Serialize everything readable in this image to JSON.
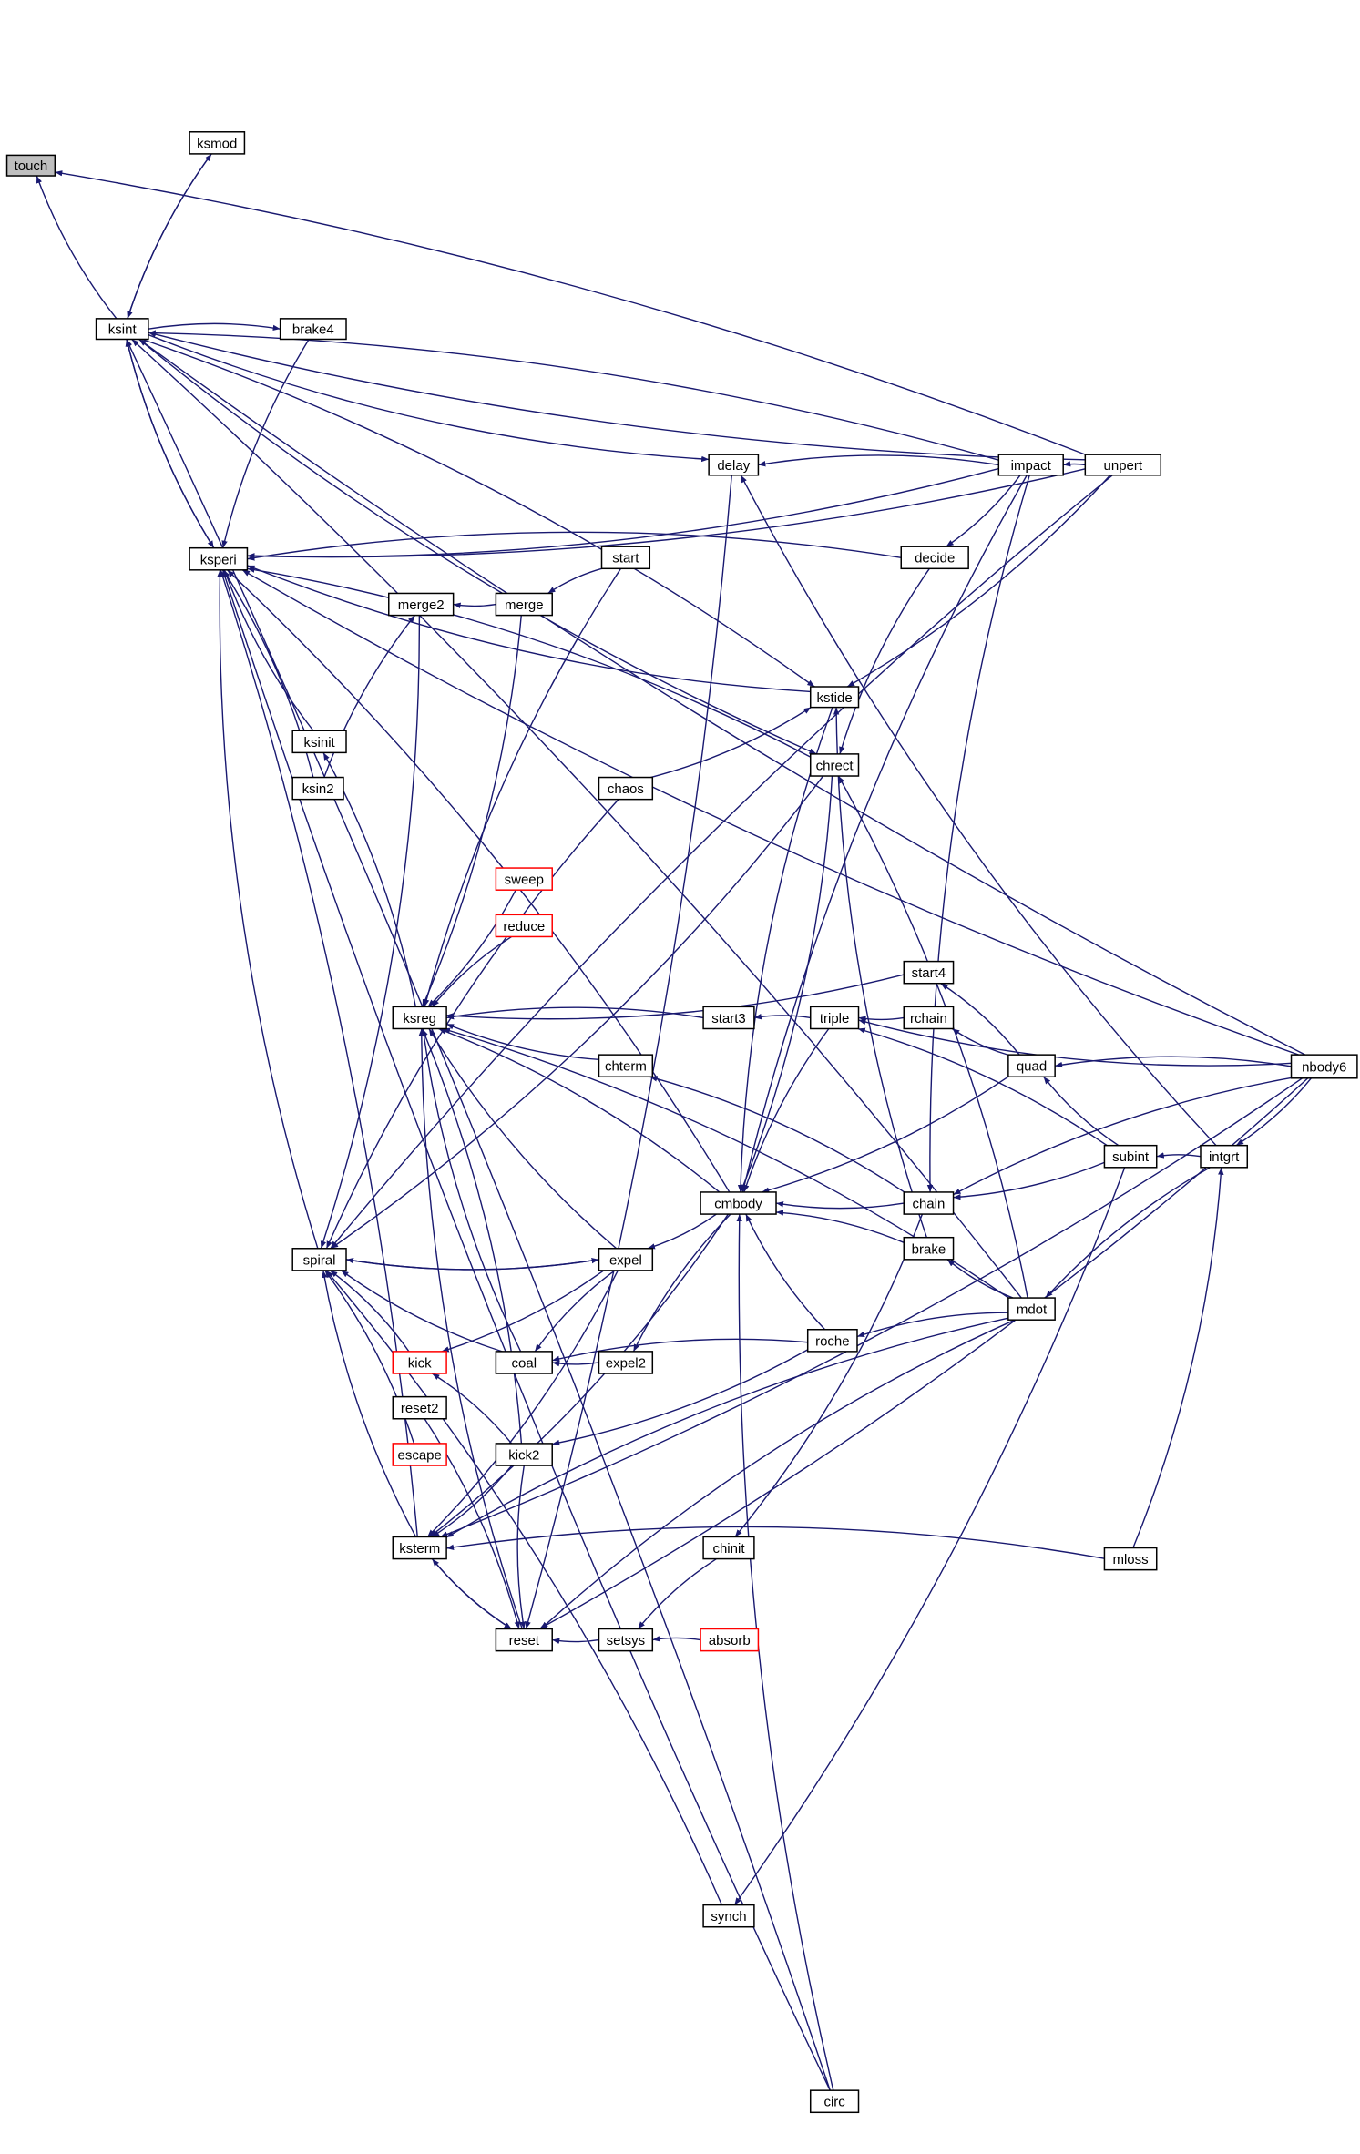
{
  "title": "touch caller graph",
  "colors": {
    "edge": "#191970",
    "highlight_fill": "#bfbfbf",
    "truncated_border": "#ff0000"
  },
  "nodes": [
    {
      "id": "touch",
      "label": "touch",
      "style": "gray"
    },
    {
      "id": "ksmod",
      "label": "ksmod",
      "style": "normal"
    },
    {
      "id": "ksint",
      "label": "ksint",
      "style": "normal"
    },
    {
      "id": "brake4",
      "label": "brake4",
      "style": "normal"
    },
    {
      "id": "ksperi",
      "label": "ksperi",
      "style": "normal"
    },
    {
      "id": "delay",
      "label": "delay",
      "style": "normal"
    },
    {
      "id": "impact",
      "label": "impact",
      "style": "normal"
    },
    {
      "id": "unpert",
      "label": "unpert",
      "style": "normal"
    },
    {
      "id": "start",
      "label": "start",
      "style": "normal"
    },
    {
      "id": "decide",
      "label": "decide",
      "style": "normal"
    },
    {
      "id": "merge2",
      "label": "merge2",
      "style": "normal"
    },
    {
      "id": "merge",
      "label": "merge",
      "style": "normal"
    },
    {
      "id": "kstide",
      "label": "kstide",
      "style": "normal"
    },
    {
      "id": "ksinit",
      "label": "ksinit",
      "style": "normal"
    },
    {
      "id": "chrect",
      "label": "chrect",
      "style": "normal"
    },
    {
      "id": "ksin2",
      "label": "ksin2",
      "style": "normal"
    },
    {
      "id": "chaos",
      "label": "chaos",
      "style": "normal"
    },
    {
      "id": "sweep",
      "label": "sweep",
      "style": "red"
    },
    {
      "id": "reduce",
      "label": "reduce",
      "style": "red"
    },
    {
      "id": "start4",
      "label": "start4",
      "style": "normal"
    },
    {
      "id": "ksreg",
      "label": "ksreg",
      "style": "normal"
    },
    {
      "id": "start3",
      "label": "start3",
      "style": "normal"
    },
    {
      "id": "triple",
      "label": "triple",
      "style": "normal"
    },
    {
      "id": "rchain",
      "label": "rchain",
      "style": "normal"
    },
    {
      "id": "chterm",
      "label": "chterm",
      "style": "normal"
    },
    {
      "id": "quad",
      "label": "quad",
      "style": "normal"
    },
    {
      "id": "nbody6",
      "label": "nbody6",
      "style": "normal"
    },
    {
      "id": "subint",
      "label": "subint",
      "style": "normal"
    },
    {
      "id": "intgrt",
      "label": "intgrt",
      "style": "normal"
    },
    {
      "id": "cmbody",
      "label": "cmbody",
      "style": "normal"
    },
    {
      "id": "chain",
      "label": "chain",
      "style": "normal"
    },
    {
      "id": "spiral",
      "label": "spiral",
      "style": "normal"
    },
    {
      "id": "expel",
      "label": "expel",
      "style": "normal"
    },
    {
      "id": "brake",
      "label": "brake",
      "style": "normal"
    },
    {
      "id": "mdot",
      "label": "mdot",
      "style": "normal"
    },
    {
      "id": "kick",
      "label": "kick",
      "style": "red"
    },
    {
      "id": "coal",
      "label": "coal",
      "style": "normal"
    },
    {
      "id": "expel2",
      "label": "expel2",
      "style": "normal"
    },
    {
      "id": "roche",
      "label": "roche",
      "style": "normal"
    },
    {
      "id": "reset2",
      "label": "reset2",
      "style": "normal"
    },
    {
      "id": "escape",
      "label": "escape",
      "style": "red"
    },
    {
      "id": "kick2",
      "label": "kick2",
      "style": "normal"
    },
    {
      "id": "ksterm",
      "label": "ksterm",
      "style": "normal"
    },
    {
      "id": "chinit",
      "label": "chinit",
      "style": "normal"
    },
    {
      "id": "mloss",
      "label": "mloss",
      "style": "normal"
    },
    {
      "id": "reset",
      "label": "reset",
      "style": "normal"
    },
    {
      "id": "setsys",
      "label": "setsys",
      "style": "normal"
    },
    {
      "id": "absorb",
      "label": "absorb",
      "style": "red"
    },
    {
      "id": "synch",
      "label": "synch",
      "style": "normal"
    },
    {
      "id": "circ",
      "label": "circ",
      "style": "normal"
    }
  ],
  "edges": [
    [
      "ksint",
      "touch"
    ],
    [
      "unpert",
      "touch"
    ],
    [
      "ksint",
      "ksmod"
    ],
    [
      "ksmod",
      "ksint"
    ],
    [
      "ksint",
      "brake4"
    ],
    [
      "brake4",
      "ksperi"
    ],
    [
      "ksperi",
      "ksint"
    ],
    [
      "ksint",
      "ksperi"
    ],
    [
      "nbody6",
      "ksint"
    ],
    [
      "impact",
      "ksint"
    ],
    [
      "unpert",
      "ksint"
    ],
    [
      "ksint",
      "delay"
    ],
    [
      "ksint",
      "kstide"
    ],
    [
      "ksint",
      "chrect"
    ],
    [
      "impact",
      "ksperi"
    ],
    [
      "decide",
      "ksperi"
    ],
    [
      "kstide",
      "ksperi"
    ],
    [
      "chrect",
      "ksperi"
    ],
    [
      "unpert",
      "ksperi"
    ],
    [
      "cmbody",
      "ksperi"
    ],
    [
      "ksinit",
      "ksperi"
    ],
    [
      "ksin2",
      "ksperi"
    ],
    [
      "spiral",
      "ksperi"
    ],
    [
      "ksterm",
      "ksperi"
    ],
    [
      "nbody6",
      "ksperi"
    ],
    [
      "impact",
      "delay"
    ],
    [
      "intgrt",
      "delay"
    ],
    [
      "unpert",
      "impact"
    ],
    [
      "impact",
      "decide"
    ],
    [
      "decide",
      "chrect"
    ],
    [
      "unpert",
      "kstide"
    ],
    [
      "start",
      "merge"
    ],
    [
      "merge",
      "merge2"
    ],
    [
      "start",
      "ksreg"
    ],
    [
      "merge",
      "ksreg"
    ],
    [
      "ksreg",
      "ksinit"
    ],
    [
      "ksin2",
      "merge2"
    ],
    [
      "chaos",
      "kstide"
    ],
    [
      "sweep",
      "ksreg"
    ],
    [
      "reduce",
      "ksreg"
    ],
    [
      "start4",
      "ksreg"
    ],
    [
      "start3",
      "ksreg"
    ],
    [
      "chterm",
      "ksreg"
    ],
    [
      "cmbody",
      "ksreg"
    ],
    [
      "expel",
      "ksreg"
    ],
    [
      "mdot",
      "ksreg"
    ],
    [
      "coal",
      "ksreg"
    ],
    [
      "kick2",
      "ksreg"
    ],
    [
      "reset",
      "ksreg"
    ],
    [
      "triple",
      "start3"
    ],
    [
      "rchain",
      "triple"
    ],
    [
      "quad",
      "start4"
    ],
    [
      "quad",
      "rchain"
    ],
    [
      "nbody6",
      "quad"
    ],
    [
      "subint",
      "quad"
    ],
    [
      "subint",
      "triple"
    ],
    [
      "nbody6",
      "triple"
    ],
    [
      "intgrt",
      "subint"
    ],
    [
      "nbody6",
      "intgrt"
    ],
    [
      "intgrt",
      "mdot"
    ],
    [
      "subint",
      "chain"
    ],
    [
      "nbody6",
      "chain"
    ],
    [
      "chain",
      "cmbody"
    ],
    [
      "brake",
      "cmbody"
    ],
    [
      "quad",
      "cmbody"
    ],
    [
      "triple",
      "cmbody"
    ],
    [
      "mdot",
      "brake"
    ],
    [
      "mdot",
      "roche"
    ],
    [
      "roche",
      "cmbody"
    ],
    [
      "chain",
      "chterm"
    ],
    [
      "cmbody",
      "expel"
    ],
    [
      "cmbody",
      "expel2"
    ],
    [
      "expel",
      "spiral"
    ],
    [
      "spiral",
      "expel"
    ],
    [
      "expel",
      "kick"
    ],
    [
      "expel",
      "coal"
    ],
    [
      "coal",
      "spiral"
    ],
    [
      "kick",
      "spiral"
    ],
    [
      "expel2",
      "coal"
    ],
    [
      "roche",
      "coal"
    ],
    [
      "roche",
      "kick2"
    ],
    [
      "kick2",
      "kick"
    ],
    [
      "kick2",
      "ksterm"
    ],
    [
      "escape",
      "spiral"
    ],
    [
      "ksterm",
      "spiral"
    ],
    [
      "chinit",
      "setsys"
    ],
    [
      "setsys",
      "reset"
    ],
    [
      "absorb",
      "setsys"
    ],
    [
      "reset",
      "ksterm"
    ],
    [
      "ksterm",
      "reset"
    ],
    [
      "cmbody",
      "ksterm"
    ],
    [
      "mdot",
      "ksterm"
    ],
    [
      "nbody6",
      "ksterm"
    ],
    [
      "mloss",
      "ksterm"
    ],
    [
      "circ",
      "cmbody"
    ],
    [
      "circ",
      "ksint"
    ],
    [
      "circ",
      "ksperi"
    ],
    [
      "synch",
      "spiral"
    ],
    [
      "subint",
      "synch"
    ],
    [
      "mdot",
      "ksint"
    ],
    [
      "nbody6",
      "reset"
    ],
    [
      "mdot",
      "reset"
    ],
    [
      "expel",
      "ksterm"
    ],
    [
      "kick2",
      "reset"
    ],
    [
      "reset2",
      "reset"
    ],
    [
      "chaos",
      "spiral"
    ],
    [
      "chrect",
      "spiral"
    ],
    [
      "unpert",
      "spiral"
    ],
    [
      "merge2",
      "spiral"
    ],
    [
      "kstide",
      "cmbody"
    ],
    [
      "chrect",
      "cmbody"
    ],
    [
      "impact",
      "chain"
    ],
    [
      "brake",
      "kstide"
    ],
    [
      "mdot",
      "chrect"
    ],
    [
      "chain",
      "chinit"
    ],
    [
      "mloss",
      "intgrt"
    ],
    [
      "delay",
      "reset"
    ],
    [
      "impact",
      "cmbody"
    ]
  ]
}
